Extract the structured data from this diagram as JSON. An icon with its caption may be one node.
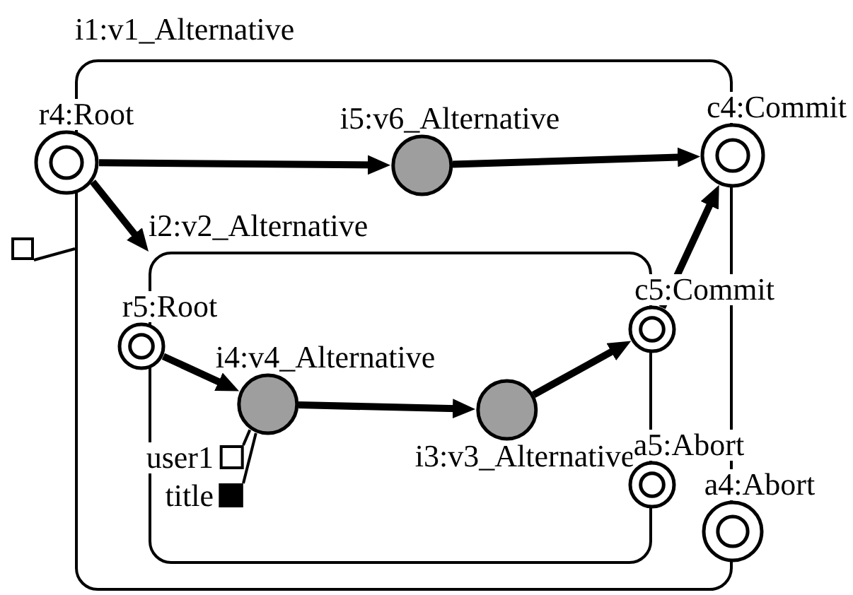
{
  "diagram": {
    "nodes": [
      {
        "text": [
          "i1:v1_Alternative"
        ]
      },
      {
        "text": [
          "r4:Root"
        ]
      },
      {
        "text": [
          "i5:v6_Alternative"
        ],
        "in": 0
      },
      {
        "text": [
          "c4:Commit"
        ]
      },
      {
        "text": [
          "i2:v2_Alternative"
        ],
        "in": 0
      },
      {
        "text": [
          "r5:Root"
        ],
        "in": 0
      },
      {
        "text": [
          "i4:v4_Alternative"
        ],
        "in": 4
      },
      {
        "text": [
          "i3:v3_Alternative"
        ],
        "in": 4
      },
      {
        "text": [
          "c5:Commit"
        ],
        "in": 0
      },
      {
        "text": [
          "a5:Abort"
        ],
        "in": 0
      },
      {
        "text": [
          "a4:Abort"
        ]
      },
      {
        "text": [
          "user1"
        ],
        "in": 4
      },
      {
        "text": [
          "title"
        ],
        "in": 4
      },
      {
        "text": [],
        "shape": "box"
      }
    ],
    "edges": [
      {
        "from": 1,
        "to": 2,
        "arrow": "to"
      },
      {
        "from": 2,
        "to": 3,
        "arrow": "to"
      },
      {
        "from": 1,
        "to": 4,
        "arrow": "to"
      },
      {
        "from": 5,
        "to": 6,
        "arrow": "to"
      },
      {
        "from": 6,
        "to": 7,
        "arrow": "to"
      },
      {
        "from": 7,
        "to": 8,
        "arrow": "to"
      },
      {
        "from": 8,
        "to": 3,
        "arrow": "to"
      },
      {
        "from": 6,
        "to": 11,
        "arrow": "none"
      },
      {
        "from": 6,
        "to": 12,
        "arrow": "none"
      },
      {
        "from": 13,
        "to": 0,
        "arrow": "none"
      }
    ]
  }
}
